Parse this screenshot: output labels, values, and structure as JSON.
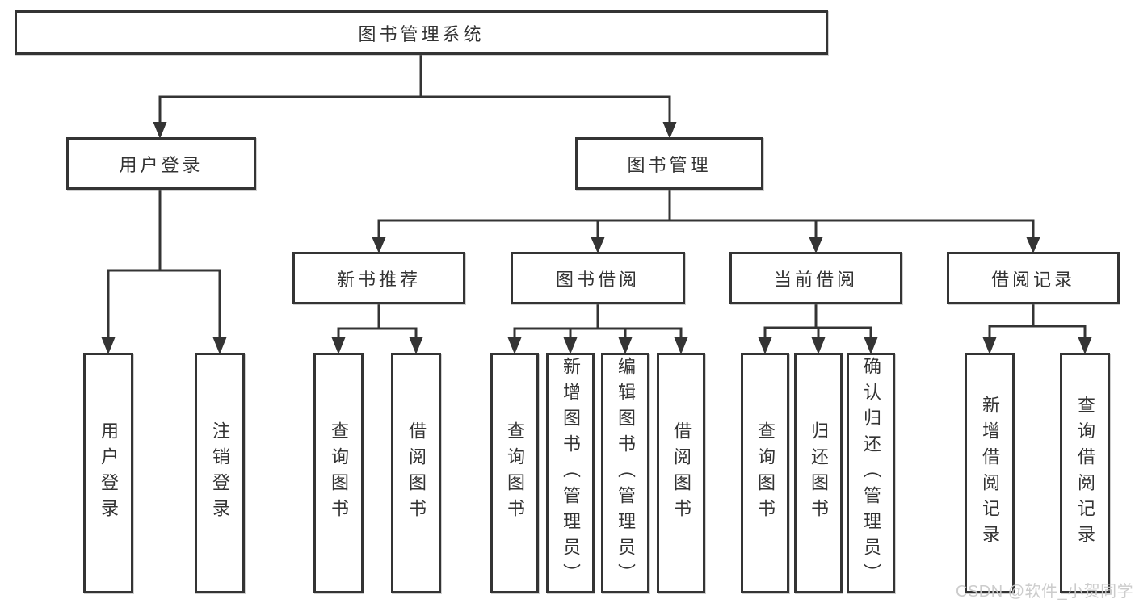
{
  "diagram": {
    "type": "tree",
    "orientation": "top-down",
    "tree": {
      "label": "图书管理系统",
      "children": [
        {
          "label": "用户登录",
          "children": [
            {
              "label": "用户登录"
            },
            {
              "label": "注销登录"
            }
          ]
        },
        {
          "label": "图书管理",
          "children": [
            {
              "label": "新书推荐",
              "children": [
                {
                  "label": "查询图书"
                },
                {
                  "label": "借阅图书"
                }
              ]
            },
            {
              "label": "图书借阅",
              "children": [
                {
                  "label": "查询图书"
                },
                {
                  "label": "新增图书（管理员）"
                },
                {
                  "label": "编辑图书（管理员）"
                },
                {
                  "label": "借阅图书"
                }
              ]
            },
            {
              "label": "当前借阅",
              "children": [
                {
                  "label": "查询图书"
                },
                {
                  "label": "归还图书"
                },
                {
                  "label": "确认归还（管理员）"
                }
              ]
            },
            {
              "label": "借阅记录",
              "children": [
                {
                  "label": "新增借阅记录"
                },
                {
                  "label": "查询借阅记录"
                }
              ]
            }
          ]
        }
      ]
    }
  },
  "watermark": {
    "label": "CSDN @软件_小贺同学"
  },
  "colors": {
    "line": "#343434",
    "box_border": "#343434",
    "text": "#333333",
    "background": "#ffffff",
    "watermark": "#c9c9c9"
  }
}
